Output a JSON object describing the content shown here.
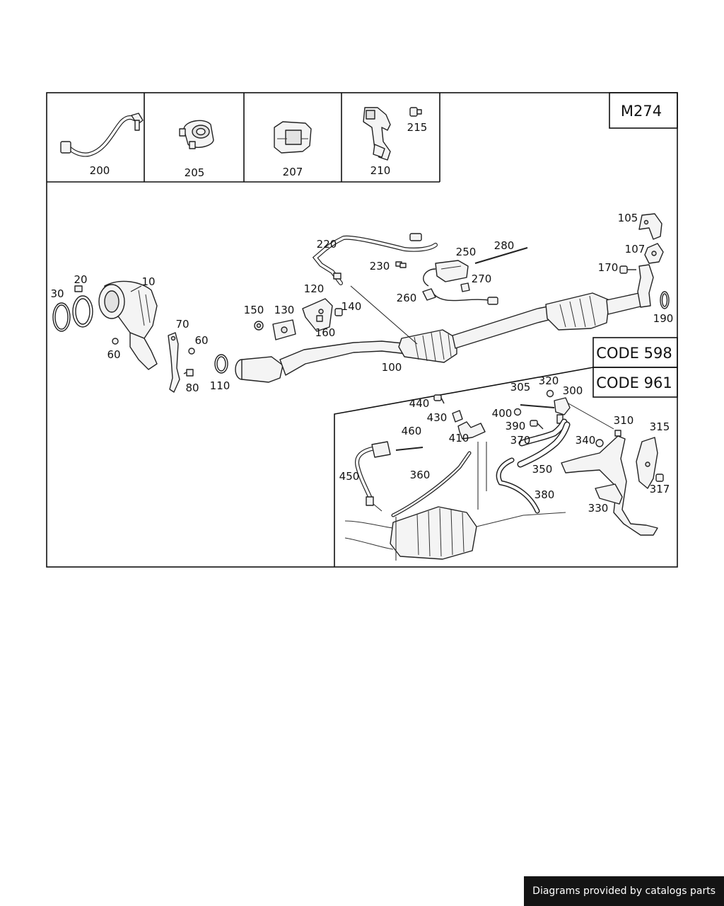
{
  "diagram": {
    "engine_code": "M274",
    "option_codes": [
      "CODE 598",
      "CODE 961"
    ],
    "inset_labels": [
      "200",
      "205",
      "207",
      "210",
      "215"
    ],
    "part_labels": {
      "p10": "10",
      "p20": "20",
      "p30": "30",
      "p60a": "60",
      "p60b": "60",
      "p70": "70",
      "p80": "80",
      "p100": "100",
      "p105": "105",
      "p107": "107",
      "p110": "110",
      "p120": "120",
      "p130": "130",
      "p140": "140",
      "p150": "150",
      "p160": "160",
      "p170": "170",
      "p190": "190",
      "p220": "220",
      "p230": "230",
      "p250": "250",
      "p260": "260",
      "p270": "270",
      "p280": "280"
    },
    "detail_labels": {
      "p300": "300",
      "p305": "305",
      "p310": "310",
      "p315": "315",
      "p317": "317",
      "p320": "320",
      "p330": "330",
      "p340": "340",
      "p350": "350",
      "p360": "360",
      "p370": "370",
      "p380": "380",
      "p390": "390",
      "p400": "400",
      "p410": "410",
      "p430": "430",
      "p440": "440",
      "p450": "450",
      "p460": "460"
    }
  },
  "footer": {
    "text": "Diagrams provided by catalogs parts"
  }
}
